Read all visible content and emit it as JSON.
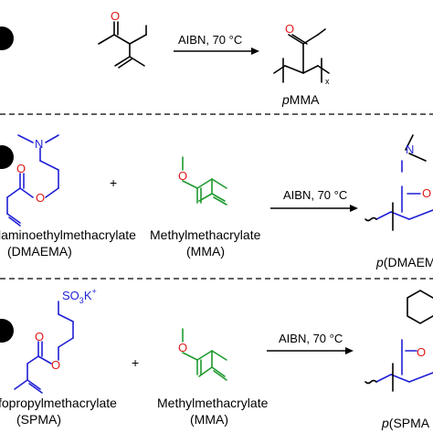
{
  "colors": {
    "monomer_blue": "#1f1fd6",
    "monomer_green": "#1f9a2f",
    "oxygen": "#e01818",
    "text": "#000000"
  },
  "row1": {
    "conditions": "AIBN, 70 °C",
    "product_prefix": "p",
    "product_name": "MMA",
    "subscript": "x"
  },
  "row2": {
    "monomer1_name": "laminoethylmethacrylate",
    "monomer1_abbr": "(DMAEMA)",
    "plus": "+",
    "monomer2_name": "Methylmethacrylate",
    "monomer2_abbr": "(MMA)",
    "conditions": "AIBN, 70 °C",
    "product_prefix": "p",
    "product_name": "(DMAEM"
  },
  "row3": {
    "monomer1_name": "fopropylmethacrylate",
    "monomer1_abbr": "(SPMA)",
    "sulfonate": "SO",
    "sulfonate_sub": "3",
    "counter_ion": "K",
    "counter_charge": "+",
    "plus": "+",
    "monomer2_name": "Methylmethacrylate",
    "monomer2_abbr": "(MMA)",
    "conditions": "AIBN, 70 °C",
    "product_prefix": "p",
    "product_name": "(SPMA"
  },
  "atoms": {
    "oxygen": "O",
    "nitrogen": "N"
  }
}
